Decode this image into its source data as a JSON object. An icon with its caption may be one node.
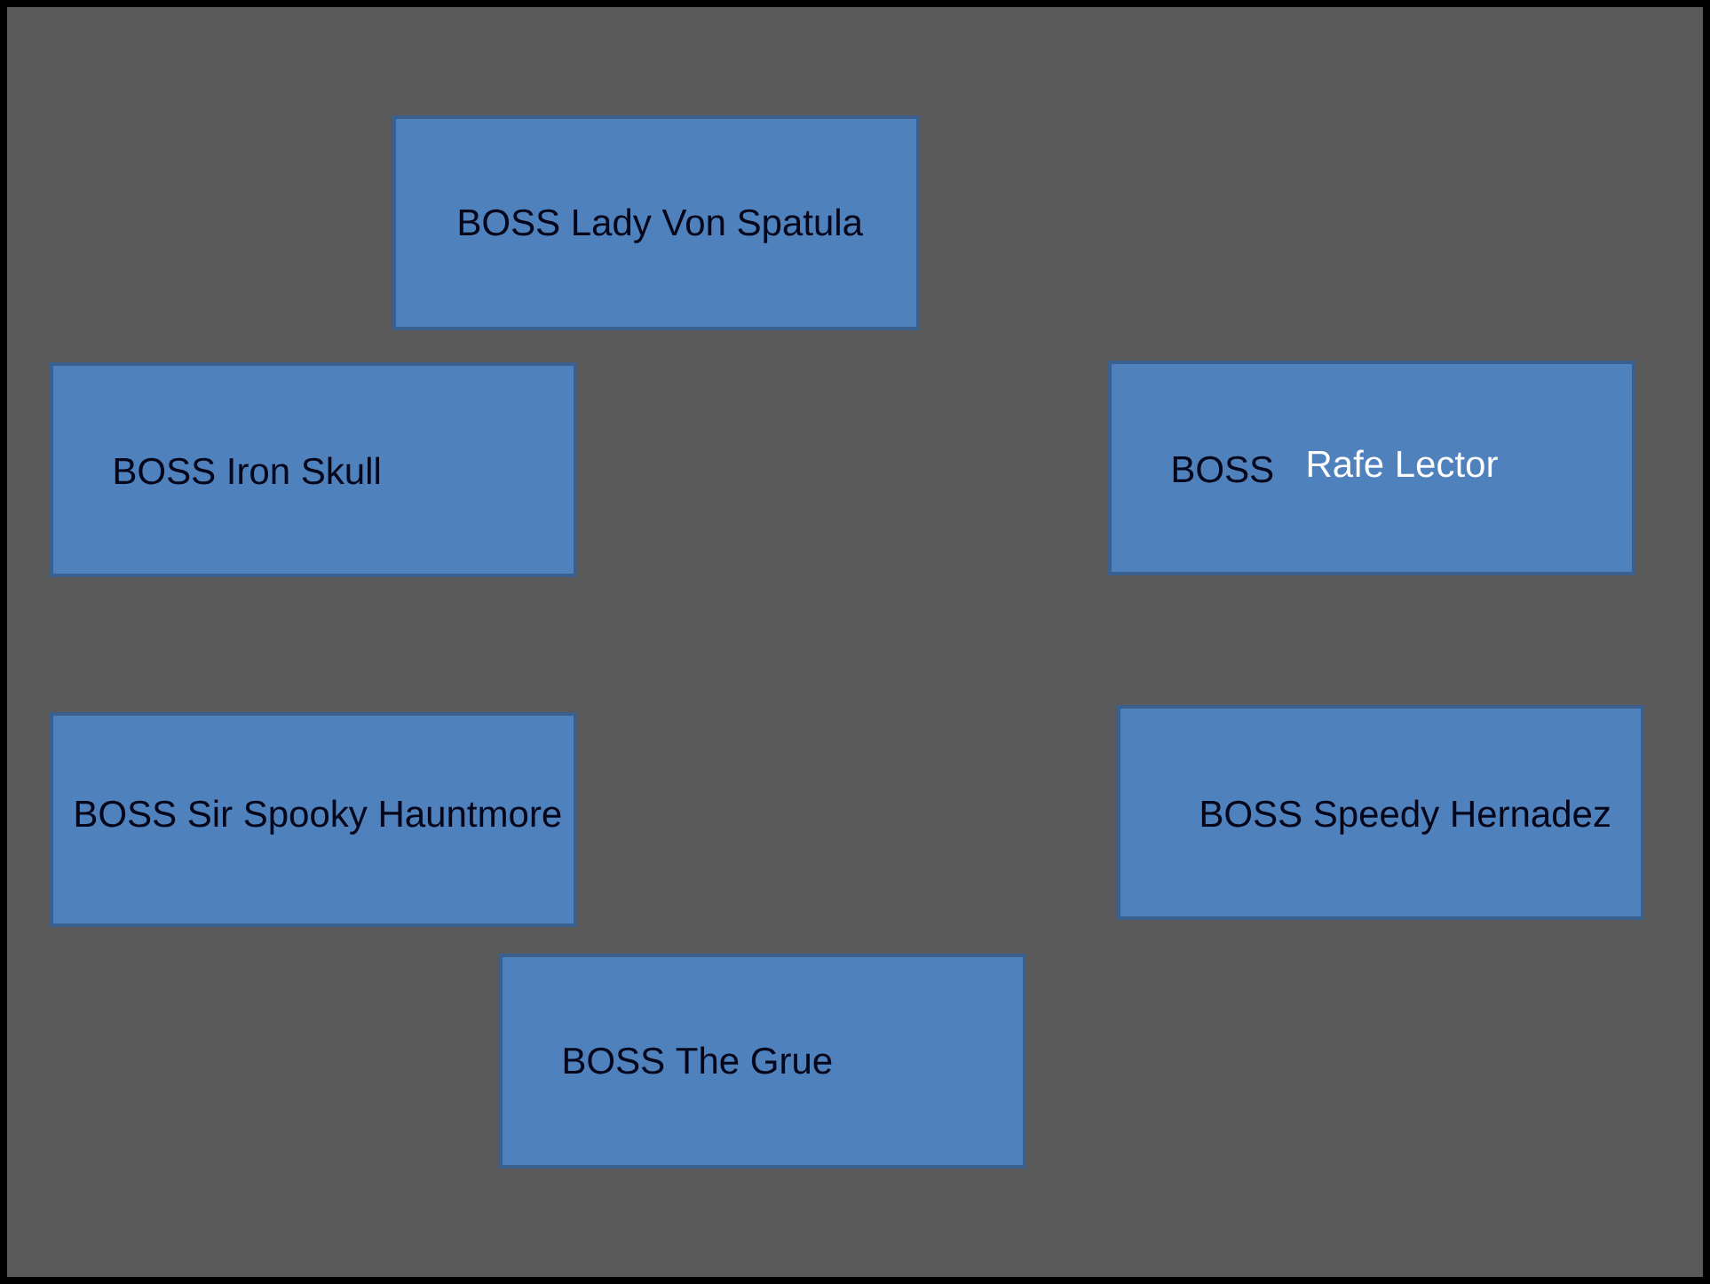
{
  "diagram": {
    "nodes": [
      {
        "text": [
          "BOSS Lady Von Spatula"
        ]
      },
      {
        "text": [
          "BOSS Iron Skull"
        ]
      },
      {
        "text": [
          "BOSS",
          "Rafe Lector"
        ]
      },
      {
        "text": [
          "BOSS Sir Spooky Hauntmore"
        ]
      },
      {
        "text": [
          "BOSS Speedy Hernadez"
        ]
      },
      {
        "text": [
          "BOSS The Grue"
        ]
      }
    ]
  }
}
